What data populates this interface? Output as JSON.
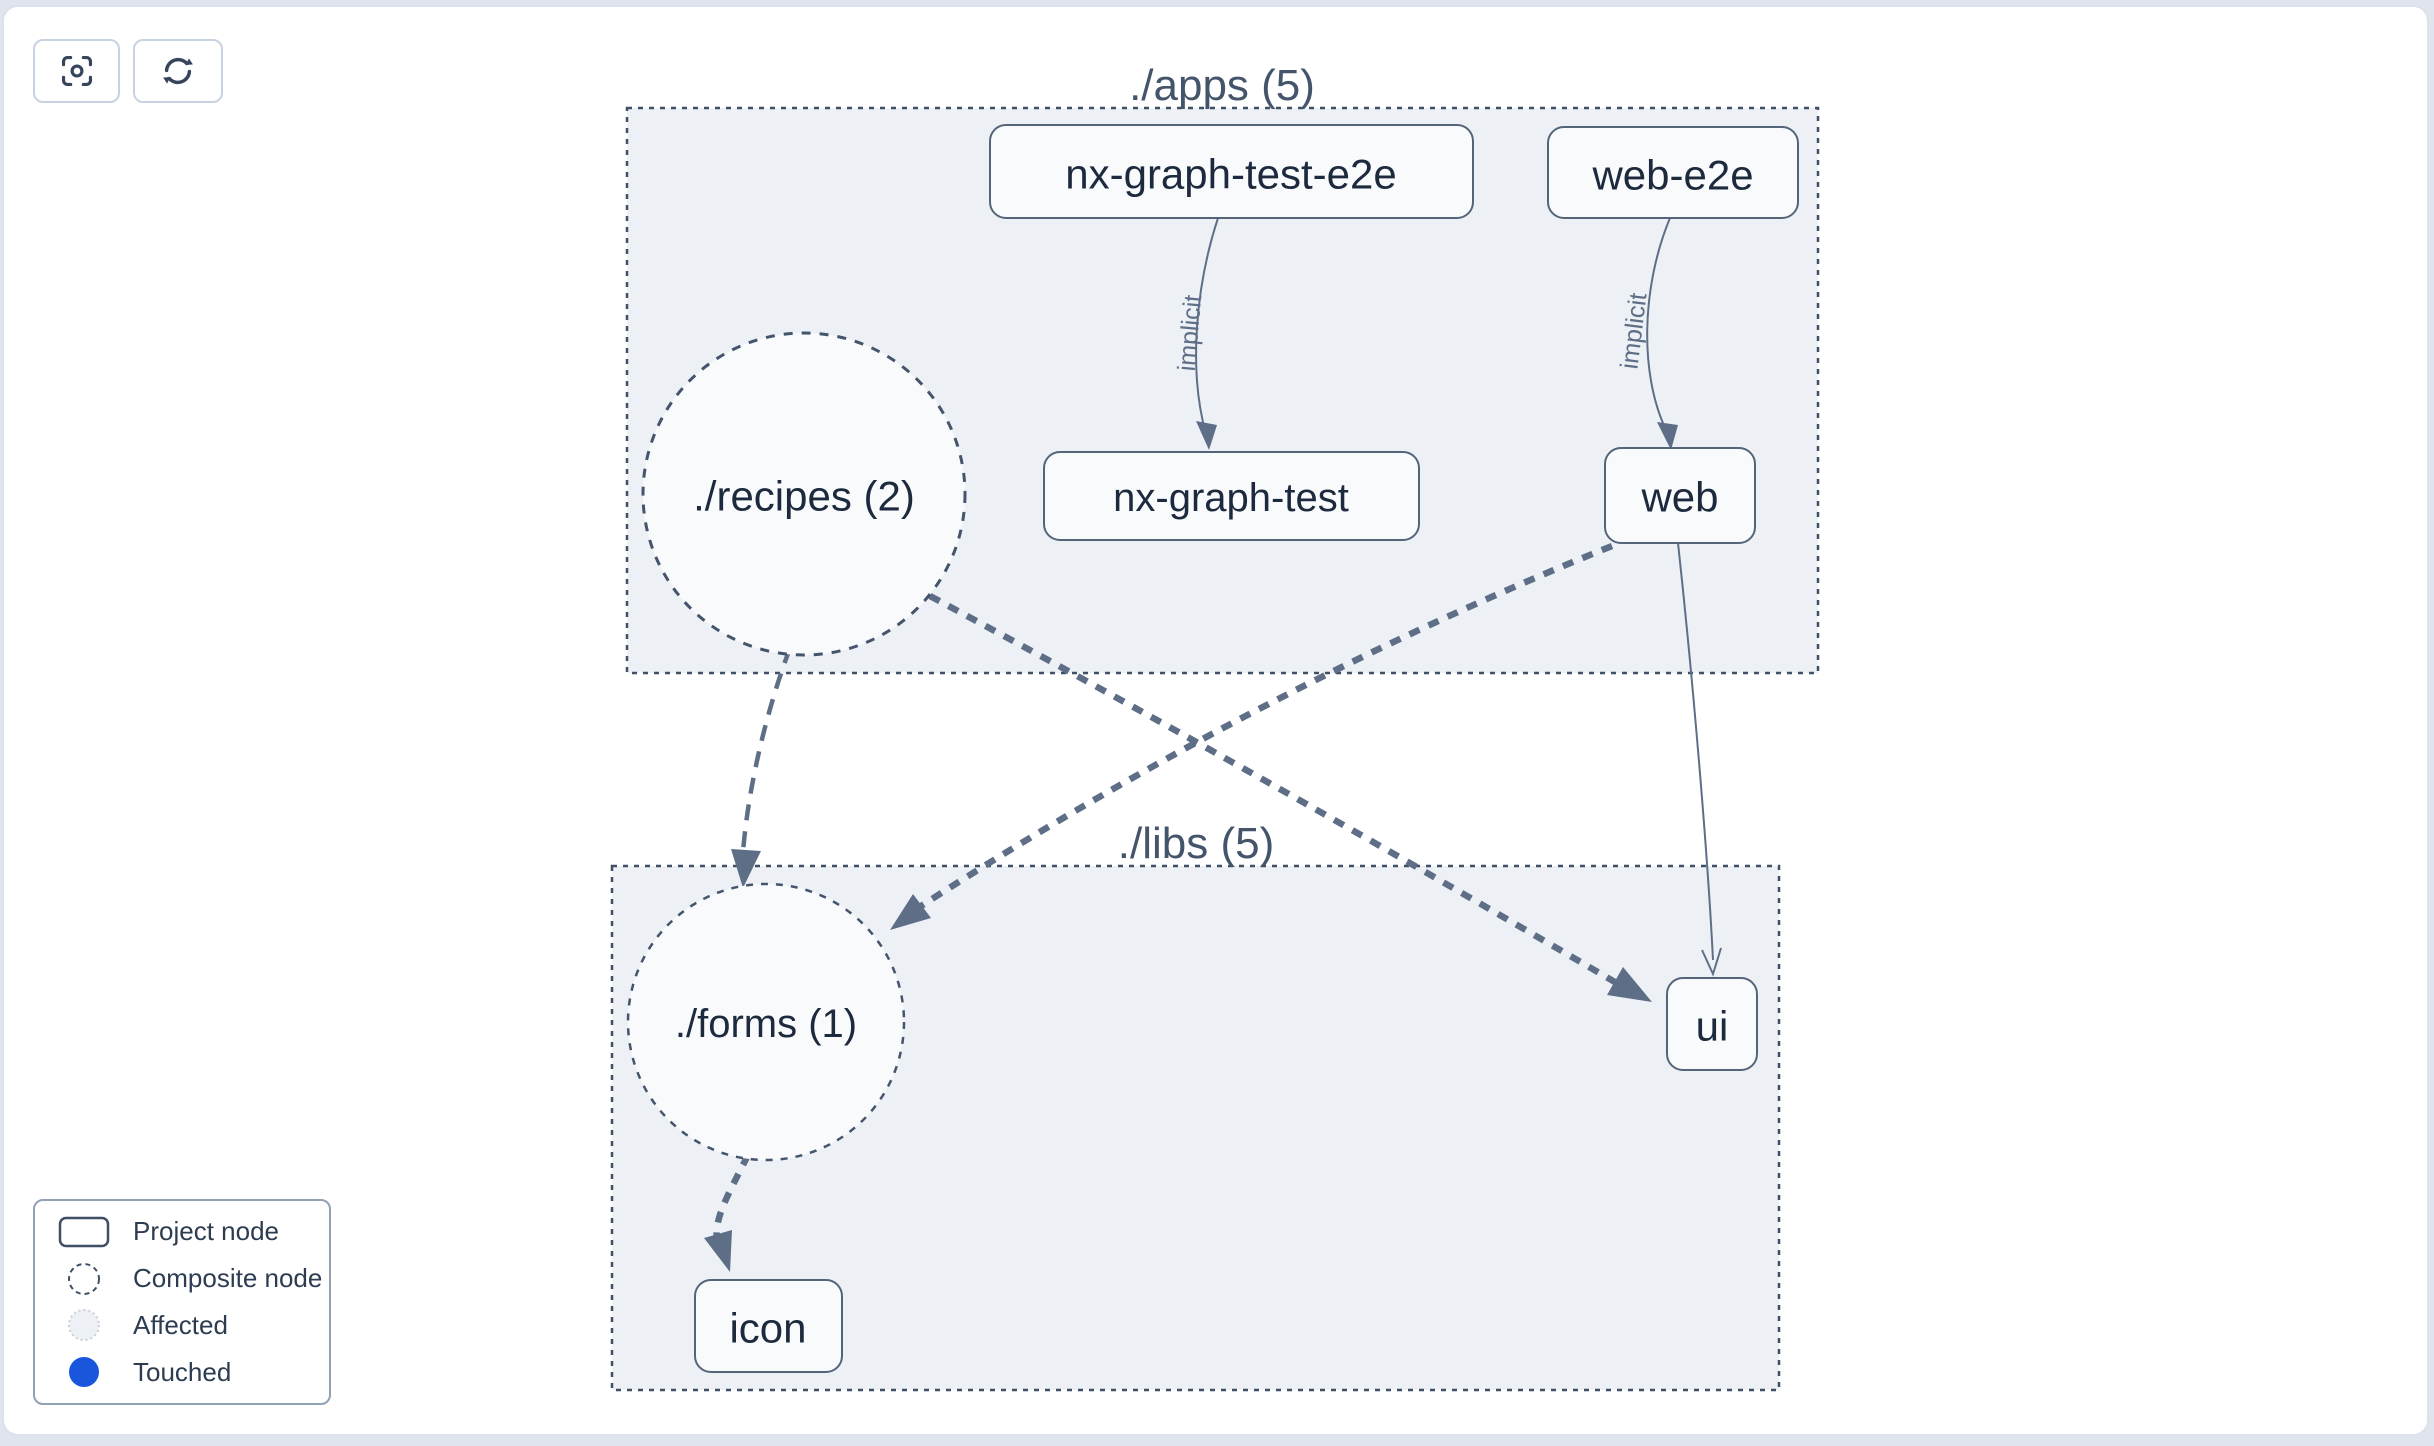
{
  "toolbar": {
    "center_button": {
      "icon": "focus-icon"
    },
    "refresh_button": {
      "icon": "refresh-icon"
    }
  },
  "graph": {
    "groups": [
      {
        "id": "apps",
        "label": "./apps (5)"
      },
      {
        "id": "libs",
        "label": "./libs (5)"
      }
    ],
    "composite_nodes": [
      {
        "id": "recipes",
        "label": "./recipes (2)",
        "group": "apps"
      },
      {
        "id": "forms",
        "label": "./forms (1)",
        "group": "libs"
      }
    ],
    "project_nodes": [
      {
        "id": "nx-graph-test-e2e",
        "label": "nx-graph-test-e2e",
        "group": "apps"
      },
      {
        "id": "web-e2e",
        "label": "web-e2e",
        "group": "apps"
      },
      {
        "id": "nx-graph-test",
        "label": "nx-graph-test",
        "group": "apps"
      },
      {
        "id": "web",
        "label": "web",
        "group": "apps"
      },
      {
        "id": "ui",
        "label": "ui",
        "group": "libs"
      },
      {
        "id": "icon",
        "label": "icon",
        "group": "libs"
      }
    ],
    "edges": [
      {
        "from": "nx-graph-test-e2e",
        "to": "nx-graph-test",
        "label": "implicit",
        "style": "solid-curve"
      },
      {
        "from": "web-e2e",
        "to": "web",
        "label": "implicit",
        "style": "solid-curve"
      },
      {
        "from": "web",
        "to": "ui",
        "label": "",
        "style": "solid-curve"
      },
      {
        "from": "recipes",
        "to": "forms",
        "label": "",
        "style": "dashed"
      },
      {
        "from": "web",
        "to": "forms",
        "label": "",
        "style": "dashed"
      },
      {
        "from": "recipes",
        "to": "ui",
        "label": "",
        "style": "dashed"
      },
      {
        "from": "forms",
        "to": "icon",
        "label": "",
        "style": "dashed"
      }
    ]
  },
  "legend": {
    "items": [
      {
        "label": "Project node",
        "swatch": "project-node"
      },
      {
        "label": "Composite node",
        "swatch": "composite-node"
      },
      {
        "label": "Affected",
        "swatch": "affected"
      },
      {
        "label": "Touched",
        "swatch": "touched"
      }
    ]
  },
  "colors": {
    "touched_blue": "#1a56db",
    "affected_fill": "#edf0f4",
    "group_fill": "#edf1f6",
    "node_fill": "#f8fafc",
    "edge": "#5e6e87",
    "border_dark": "#3f4f64",
    "text_dark": "#1d2a3e"
  }
}
